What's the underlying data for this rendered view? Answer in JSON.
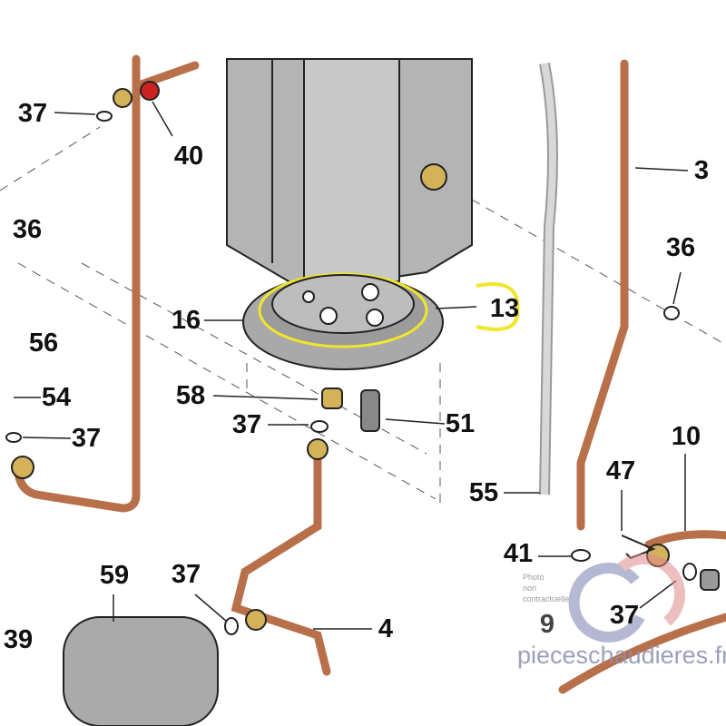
{
  "labels": {
    "l37a": "37",
    "l40": "40",
    "l36a": "36",
    "l56": "56",
    "l54": "54",
    "l37b": "37",
    "l16": "16",
    "l13": "13",
    "l58": "58",
    "l37c": "37",
    "l51": "51",
    "l3": "3",
    "l36b": "36",
    "l10": "10",
    "l47": "47",
    "l55": "55",
    "l41": "41",
    "l9": "9",
    "l37d": "37",
    "l59": "59",
    "l37e": "37",
    "l4": "4",
    "l39": "39"
  },
  "watermark": {
    "line1": "Photo",
    "line2": "non",
    "line3": "contractuelle",
    "site": "pieceschaudieres.fr"
  },
  "colors": {
    "copper": "#b8704a",
    "tank": "#b4b4b4",
    "brass": "#d4b25a",
    "highlight": "#f0e62a"
  }
}
